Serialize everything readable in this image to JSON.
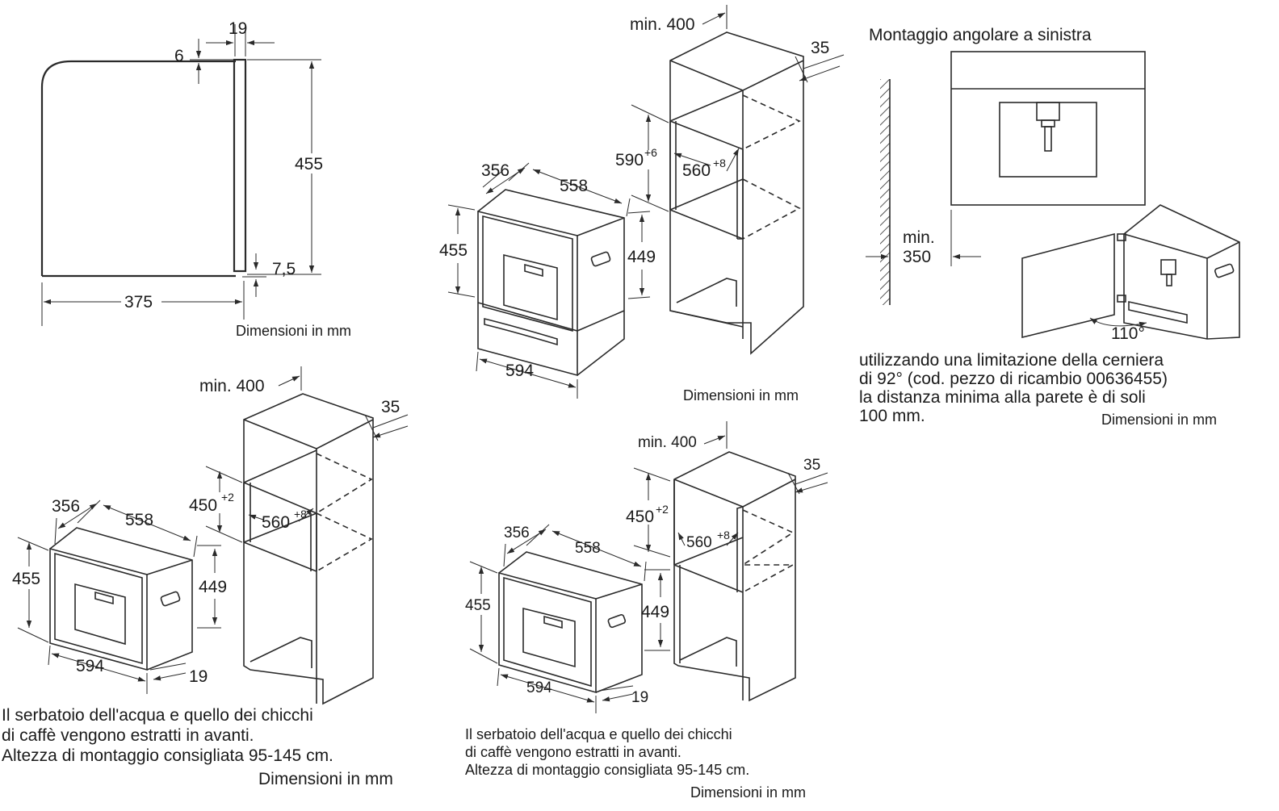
{
  "side_view": {
    "dim_top": "19",
    "dim_gap": "6",
    "dim_height": "455",
    "dim_bottom": "7,5",
    "dim_depth": "375",
    "caption": "Dimensioni in mm"
  },
  "tall_unit_top": {
    "min_label": "min. 400",
    "dim_35": "35",
    "dim_590": "590",
    "sup_590": "+6",
    "dim_560": "560",
    "sup_560": "+8",
    "dim_356": "356",
    "dim_558": "558",
    "dim_455": "455",
    "dim_449": "449",
    "dim_594": "594",
    "caption": "Dimensioni in mm"
  },
  "corner_mount": {
    "title": "Montaggio angolare a sinistra",
    "min_label_1": "min.",
    "min_label_2": "350",
    "angle": "110°",
    "note_lines": [
      "utilizzando una limitazione della cerniera",
      "di 92° (cod. pezzo di ricambio 00636455)",
      "la distanza minima alla parete è di soli",
      "100 mm."
    ],
    "caption": "Dimensioni in mm"
  },
  "tall_unit_left": {
    "min_label": "min. 400",
    "dim_35": "35",
    "dim_450": "450",
    "sup_450": "+2",
    "dim_560": "560",
    "sup_560": "+8",
    "dim_356": "356",
    "dim_558": "558",
    "dim_455": "455",
    "dim_449": "449",
    "dim_594": "594",
    "dim_19": "19",
    "note_lines": [
      "Il serbatoio dell'acqua e quello dei chicchi",
      "di caffè vengono estratti in avanti.",
      "Altezza di montaggio consigliata 95-145 cm."
    ],
    "caption": "Dimensioni in mm"
  },
  "tall_unit_right": {
    "min_label": "min. 400",
    "dim_35": "35",
    "dim_450": "450",
    "sup_450": "+2",
    "dim_560": "560",
    "sup_560": "+8",
    "dim_356": "356",
    "dim_558": "558",
    "dim_455": "455",
    "dim_449": "449",
    "dim_594": "594",
    "dim_19": "19",
    "note_lines": [
      "Il serbatoio dell'acqua e quello dei chicchi",
      "di caffè vengono estratti in avanti.",
      "Altezza di montaggio consigliata 95-145 cm."
    ],
    "caption": "Dimensioni in mm"
  }
}
